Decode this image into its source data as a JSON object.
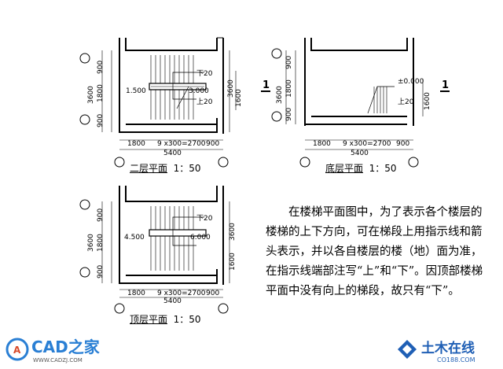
{
  "plans": {
    "second": {
      "caption": "二层平面",
      "scale": "1：50",
      "levels": [
        "1.500",
        "3.000"
      ],
      "stair_labels": [
        "下20",
        "上20"
      ],
      "left_dims": [
        "3600",
        "900",
        "1800",
        "900"
      ],
      "right_dims": [
        "3600",
        "1600"
      ],
      "bottom_dims": [
        "1800",
        "9 x300=2700",
        "900"
      ],
      "total": "5400"
    },
    "ground": {
      "caption": "底层平面",
      "scale": "1：50",
      "levels": [
        "±0.000"
      ],
      "stair_labels": [
        "上20"
      ],
      "left_dims": [
        "3600",
        "900",
        "1800",
        "900"
      ],
      "right_dims": [
        "1600"
      ],
      "bottom_dims": [
        "1800",
        "9 x300=2700",
        "900"
      ],
      "total": "5400",
      "section_marks": [
        "1",
        "1"
      ]
    },
    "top": {
      "caption": "顶层平面",
      "scale": "1：50",
      "levels": [
        "4.500",
        "6.000"
      ],
      "stair_labels": [
        "下20"
      ],
      "left_dims": [
        "3600",
        "900",
        "1800",
        "900"
      ],
      "right_dims": [
        "3600",
        "1600"
      ],
      "bottom_dims": [
        "1800",
        "9 x300=2700",
        "900"
      ],
      "total": "5400"
    }
  },
  "description": [
    "在楼梯平面图中，为了表示各个楼",
    "层的楼梯的上下方向，可在梯段上用",
    "指示线和箭头表示，并以各自楼层的",
    "楼（地）面为准，在指示线端部注写",
    "“上”和“下”。因顶部楼梯平面中没有",
    "向上的梯段，故只有“下”。"
  ],
  "logos": {
    "left_text": "CAD之家",
    "left_url": "WWW.CADZJ.COM",
    "right_text": "土木在线",
    "right_url": "CO188.COM"
  },
  "colors": {
    "left_logo": "#2a7fd4",
    "right_logo": "#1f5fb5"
  }
}
